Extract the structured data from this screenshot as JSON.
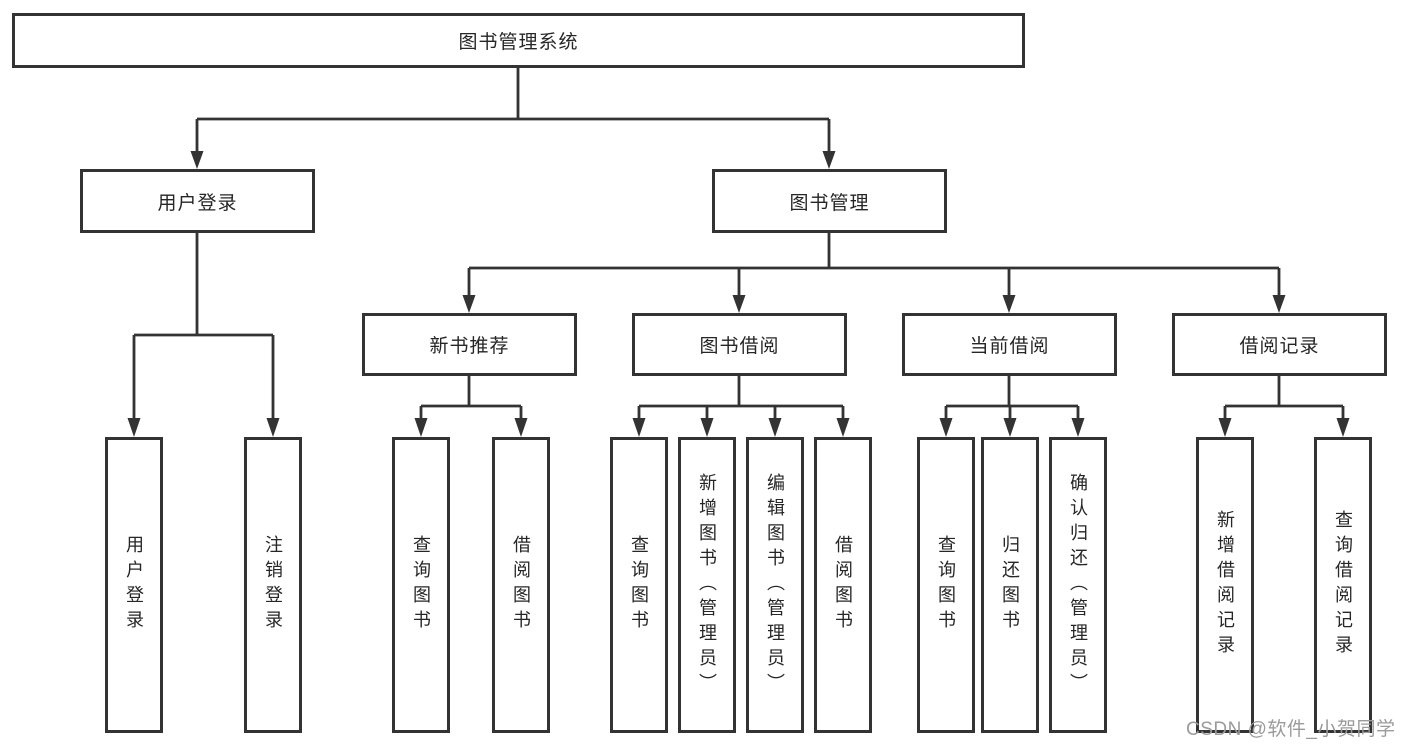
{
  "diagram": {
    "title": "图书管理系统",
    "level2": [
      {
        "label": "用户登录",
        "children": [
          {
            "label": "用户登录"
          },
          {
            "label": "注销登录"
          }
        ]
      },
      {
        "label": "图书管理",
        "children": [
          {
            "label": "新书推荐",
            "children": [
              {
                "label": "查询图书"
              },
              {
                "label": "借阅图书"
              }
            ]
          },
          {
            "label": "图书借阅",
            "children": [
              {
                "label": "查询图书"
              },
              {
                "label": "新增图书（管理员）"
              },
              {
                "label": "编辑图书（管理员）"
              },
              {
                "label": "借阅图书"
              }
            ]
          },
          {
            "label": "当前借阅",
            "children": [
              {
                "label": "查询图书"
              },
              {
                "label": "归还图书"
              },
              {
                "label": "确认归还（管理员）"
              }
            ]
          },
          {
            "label": "借阅记录",
            "children": [
              {
                "label": "新增借阅记录"
              },
              {
                "label": "查询借阅记录"
              }
            ]
          }
        ]
      }
    ]
  },
  "watermark": "CSDN @软件_小贺同学",
  "colors": {
    "line": "#333333",
    "box_border": "#333333",
    "text": "#262626",
    "watermark": "#9b9b9b",
    "background": "#ffffff"
  }
}
